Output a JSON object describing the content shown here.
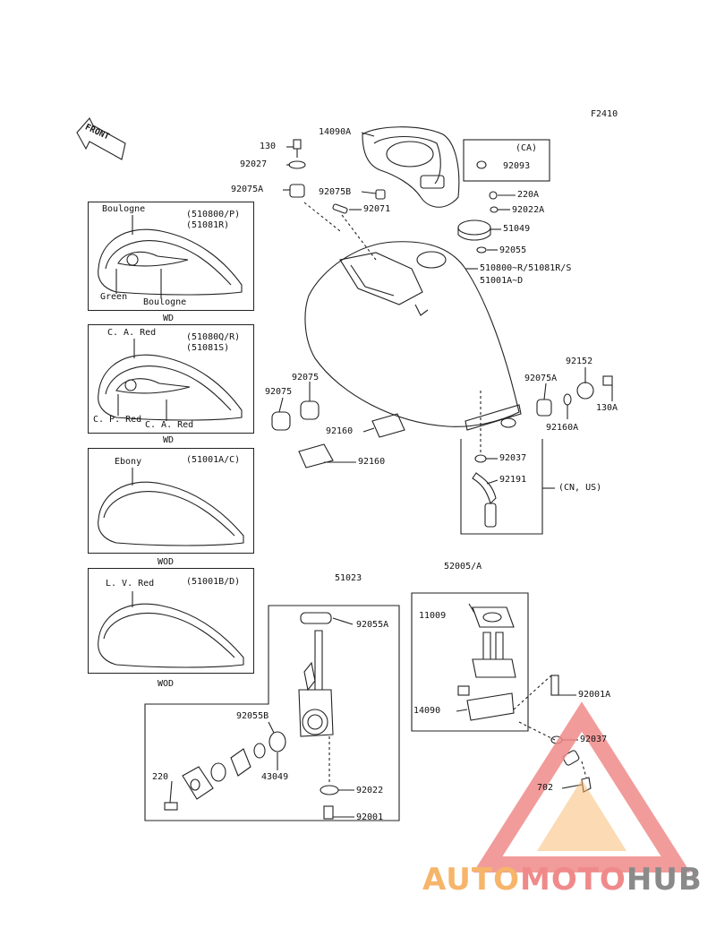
{
  "figure_code": "F2410",
  "front_label": "FRONT",
  "variants": [
    {
      "code": "(510800/P)\n(51081R)",
      "labels": [
        "Boulogne",
        "Green",
        "Boulogne"
      ],
      "footer": "WD"
    },
    {
      "code": "(51080Q/R)\n(51081S)",
      "labels": [
        "C. A. Red",
        "C. P. Red",
        "C. A. Red"
      ],
      "footer": "WD"
    },
    {
      "code": "(51001A/C)",
      "labels": [
        "Ebony"
      ],
      "footer": "WOD"
    },
    {
      "code": "(51001B/D)",
      "labels": [
        "L. V. Red"
      ],
      "footer": "WOD"
    }
  ],
  "parts": {
    "p130": "130",
    "p92027": "92027",
    "p92075A_top": "92075A",
    "p14090A": "14090A",
    "p92075B": "92075B",
    "p92071": "92071",
    "ca_box_title": "(CA)",
    "p92093": "92093",
    "p220A": "220A",
    "p92022A": "92022A",
    "p51049": "51049",
    "p92055": "92055",
    "tank_code_1": "510800~R/51081R/S",
    "tank_code_2": "51001A~D",
    "p92152": "92152",
    "p92075A_right": "92075A",
    "p130A": "130A",
    "p92160A": "92160A",
    "p92075_a": "92075",
    "p92075_b": "92075",
    "p92160_a": "92160",
    "p92160_b": "92160",
    "p92037_top": "92037",
    "p92191": "92191",
    "cn_us": "(CN, US)",
    "p51023": "51023",
    "p92055A": "92055A",
    "p92055B": "92055B",
    "p43049": "43049",
    "p220": "220",
    "p92022": "92022",
    "p92001": "92001",
    "p52005A": "52005/A",
    "p11009": "11009",
    "p14090": "14090",
    "p92001A": "92001A",
    "p92037_bottom": "92037",
    "p702": "702"
  },
  "watermark": {
    "part1": "AUTO",
    "part2": "MOTO",
    "part3": "HUB"
  },
  "colors": {
    "line": "#222222",
    "wm_orange": "#f6b56a",
    "wm_pink": "#f08a8a",
    "wm_grey": "#8a8a8a"
  }
}
